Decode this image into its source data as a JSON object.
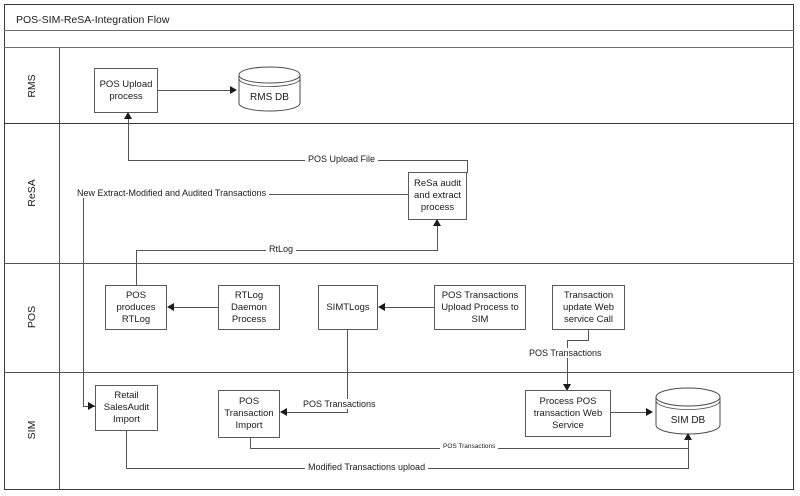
{
  "diagram": {
    "title": "POS-SIM-ReSA-Integration Flow",
    "type": "swimlane-flowchart",
    "lanes": [
      {
        "id": "rms",
        "label": "RMS"
      },
      {
        "id": "resa",
        "label": "ReSA"
      },
      {
        "id": "pos",
        "label": "POS"
      },
      {
        "id": "sim",
        "label": "SIM"
      }
    ],
    "nodes": [
      {
        "id": "pos-upload-process",
        "lane": "rms",
        "shape": "process",
        "label": "POS Upload process"
      },
      {
        "id": "rms-db",
        "lane": "rms",
        "shape": "database",
        "label": "RMS DB"
      },
      {
        "id": "resa-audit-extract",
        "lane": "resa",
        "shape": "process",
        "label": "ReSa audit and extract process"
      },
      {
        "id": "pos-produces-rtlog",
        "lane": "pos",
        "shape": "process",
        "label": "POS produces RTLog"
      },
      {
        "id": "rtlog-daemon",
        "lane": "pos",
        "shape": "process",
        "label": "RTLog Daemon Process"
      },
      {
        "id": "simtlogs",
        "lane": "pos",
        "shape": "process",
        "label": "SIMTLogs"
      },
      {
        "id": "pos-tx-upload-sim",
        "lane": "pos",
        "shape": "process",
        "label": "POS Transactions Upload Process to SIM"
      },
      {
        "id": "tx-update-web-svc",
        "lane": "pos",
        "shape": "process",
        "label": "Transaction update Web service Call"
      },
      {
        "id": "retail-salesaudit",
        "lane": "sim",
        "shape": "process",
        "label": "Retail SalesAudit Import"
      },
      {
        "id": "pos-tx-import",
        "lane": "sim",
        "shape": "process",
        "label": "POS Transaction Import"
      },
      {
        "id": "process-pos-tx-web",
        "lane": "sim",
        "shape": "process",
        "label": "Process POS transaction Web Service"
      },
      {
        "id": "sim-db",
        "lane": "sim",
        "shape": "database",
        "label": "SIM DB"
      }
    ],
    "edges": [
      {
        "id": "e-upload-to-rmsdb",
        "from": "pos-upload-process",
        "to": "rms-db",
        "label": ""
      },
      {
        "id": "e-resa-to-upload",
        "from": "resa-audit-extract",
        "to": "pos-upload-process",
        "label": "POS Upload File"
      },
      {
        "id": "e-resa-to-salesaudit",
        "from": "resa-audit-extract",
        "to": "retail-salesaudit",
        "label": "New Extract-Modified and Audited Transactions"
      },
      {
        "id": "e-rtlog-to-resa",
        "from": "pos-produces-rtlog",
        "to": "resa-audit-extract",
        "label": "RtLog"
      },
      {
        "id": "e-daemon-to-rtlog",
        "from": "rtlog-daemon",
        "to": "pos-produces-rtlog",
        "label": ""
      },
      {
        "id": "e-upload-to-simtlogs",
        "from": "pos-tx-upload-sim",
        "to": "simtlogs",
        "label": ""
      },
      {
        "id": "e-simtlogs-to-import",
        "from": "simtlogs",
        "to": "pos-tx-import",
        "label": "POS Transactions"
      },
      {
        "id": "e-websvc-to-process",
        "from": "tx-update-web-svc",
        "to": "process-pos-tx-web",
        "label": "POS Transactions"
      },
      {
        "id": "e-process-to-simdb",
        "from": "process-pos-tx-web",
        "to": "sim-db",
        "label": ""
      },
      {
        "id": "e-import-to-simdb",
        "from": "pos-tx-import",
        "to": "sim-db",
        "label": "POS Transactions"
      },
      {
        "id": "e-simdb-to-salesaudit",
        "from": "sim-db",
        "to": "retail-salesaudit",
        "label": "Modified Transactions upload"
      }
    ],
    "colors": {
      "background": "#ffffff",
      "border": "#5a5a5a",
      "frame": "#3a3a3a",
      "text": "#1a1a1a",
      "connector": "#555555"
    }
  }
}
